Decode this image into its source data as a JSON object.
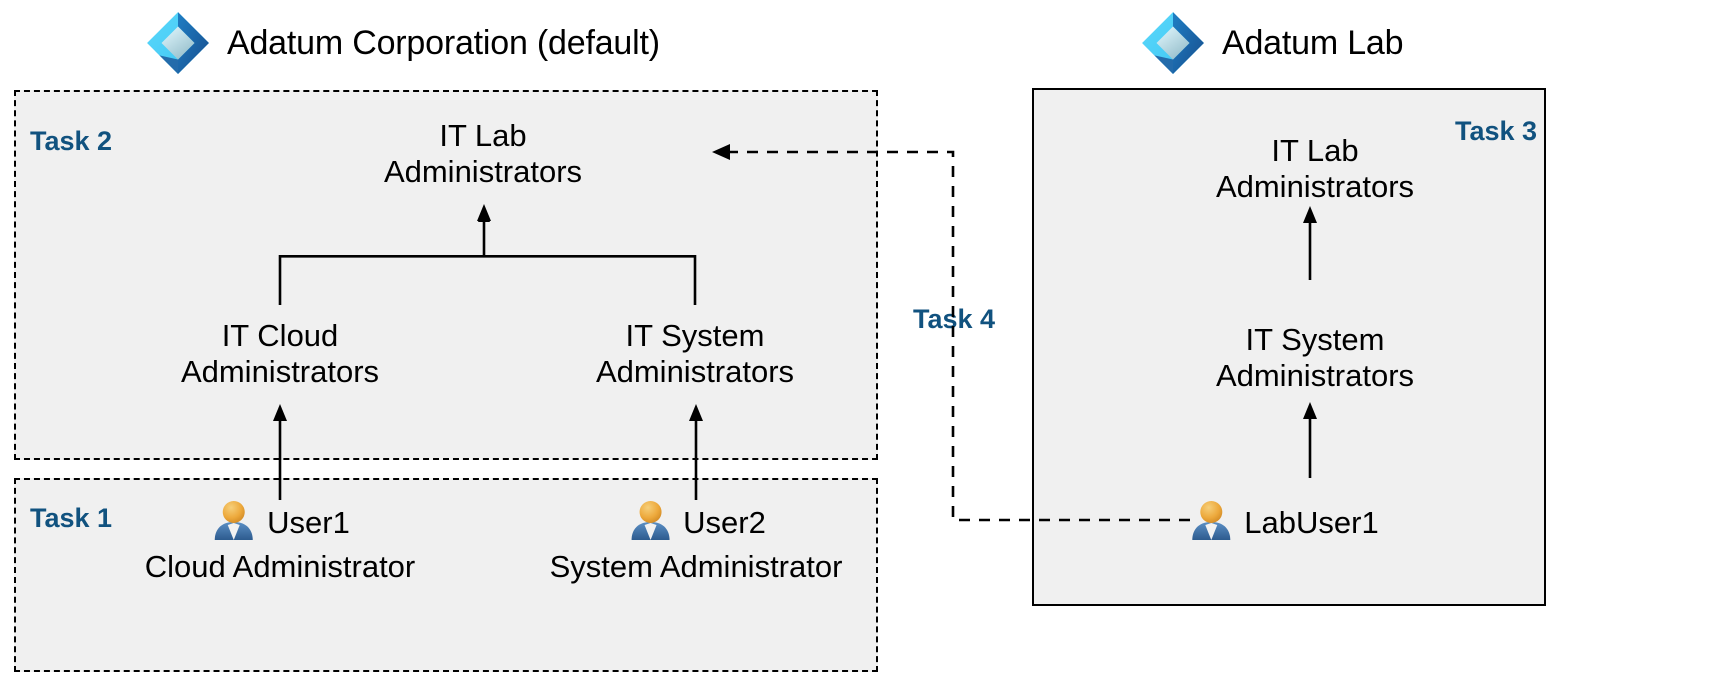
{
  "tenants": [
    {
      "id": "adatum-corporation",
      "name": "Adatum Corporation (default)",
      "logo_icon": "entra-id-diamond-icon"
    },
    {
      "id": "adatum-lab",
      "name": "Adatum Lab",
      "logo_icon": "entra-id-diamond-icon"
    }
  ],
  "tasks": [
    {
      "id": "task-1",
      "label": "Task 1"
    },
    {
      "id": "task-2",
      "label": "Task 2"
    },
    {
      "id": "task-3",
      "label": "Task 3"
    },
    {
      "id": "task-4",
      "label": "Task 4"
    }
  ],
  "groups": {
    "corp_it_lab_admins": "IT Lab\nAdministrators",
    "corp_it_cloud_admins": "IT Cloud\nAdministrators",
    "corp_it_system_admins": "IT System\nAdministrators",
    "lab_it_lab_admins": "IT Lab\nAdministrators",
    "lab_it_system_admins": "IT System\nAdministrators"
  },
  "users": [
    {
      "id": "user1",
      "name": "User1",
      "role": "Cloud Administrator",
      "icon": "user-icon"
    },
    {
      "id": "user2",
      "name": "User2",
      "role": "System Administrator",
      "icon": "user-icon"
    },
    {
      "id": "labuser1",
      "name": "LabUser1",
      "role": "",
      "icon": "user-icon"
    }
  ],
  "colors": {
    "task_label": "#11527f",
    "box_fill": "#f0f0f0",
    "box_border": "#000000",
    "connector": "#000000",
    "logo_light_blue": "#50d3f6",
    "logo_mid_blue": "#1b93d9",
    "logo_dark_blue": "#114a8b",
    "logo_pale": "#cdeef7",
    "user_head": "#e8a33d",
    "user_body": "#3a6ea5"
  }
}
